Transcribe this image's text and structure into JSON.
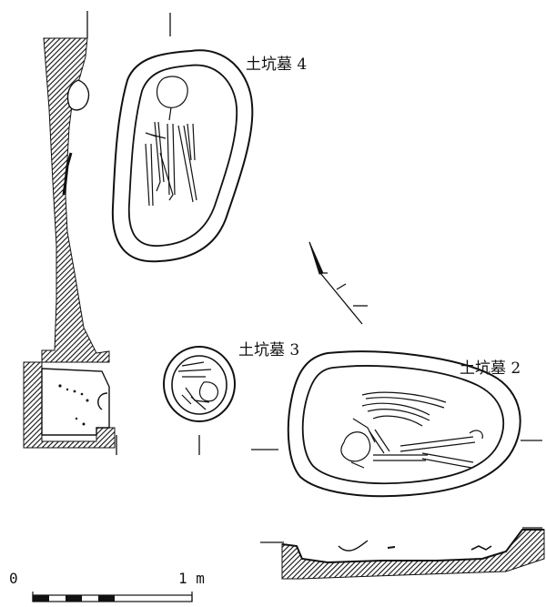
{
  "figure": {
    "labels": {
      "grave4": "土坑墓 4",
      "grave3": "土坑墓 3",
      "grave2": "土坑墓 2"
    },
    "scale_bar": {
      "start_label": "0",
      "end_label": "1 m"
    },
    "icons": {
      "north_arrow": "north-arrow-icon"
    }
  }
}
